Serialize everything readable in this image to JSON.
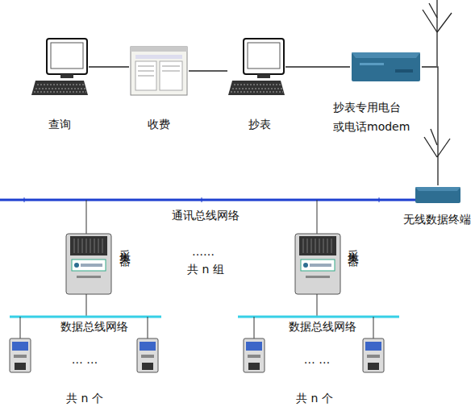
{
  "diagram": {
    "nodes": [
      {
        "text": [
          "查询"
        ]
      },
      {
        "text": [
          "收费"
        ]
      },
      {
        "text": [
          "抄表"
        ]
      },
      {
        "text": [
          "抄表专用电台 或电话modem"
        ]
      },
      {
        "text": [
          "无线数据终端"
        ]
      },
      {
        "text": [
          "采集器"
        ]
      },
      {
        "text": [
          "采集器"
        ]
      }
    ],
    "edges": [
      {
        "from": 0,
        "to": 1,
        "arrow": "none"
      },
      {
        "from": 1,
        "to": 2,
        "arrow": "none"
      },
      {
        "from": 2,
        "to": 3,
        "arrow": "none"
      },
      {
        "from": 3,
        "to": 4,
        "arrow": "none"
      }
    ],
    "labels": [
      "通讯总线网络",
      "……",
      "共 n 组",
      "数据总线网络",
      "数据总线网络",
      "… …",
      "… …",
      "共 n 个",
      "共 n 个"
    ]
  }
}
